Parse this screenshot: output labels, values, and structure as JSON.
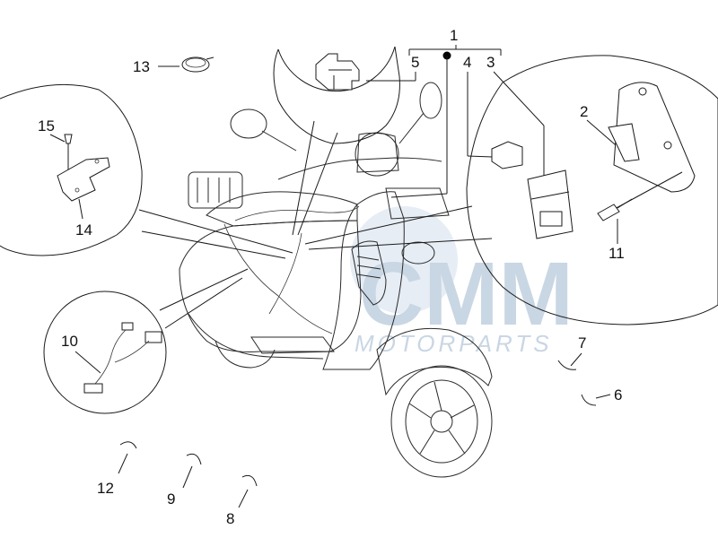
{
  "diagram": {
    "callouts": {
      "c1": "1",
      "c2": "2",
      "c3": "3",
      "c4": "4",
      "c5": "5",
      "c6": "6",
      "c7": "7",
      "c8": "8",
      "c9": "9",
      "c10": "10",
      "c11": "11",
      "c12": "12",
      "c13": "13",
      "c14": "14",
      "c15": "15"
    },
    "watermark": {
      "main": "CMM",
      "sub": "MOTORPARTS"
    },
    "colors": {
      "line": "#1a1a1a",
      "watermark": "#c9d6e4",
      "background": "#ffffff"
    }
  }
}
